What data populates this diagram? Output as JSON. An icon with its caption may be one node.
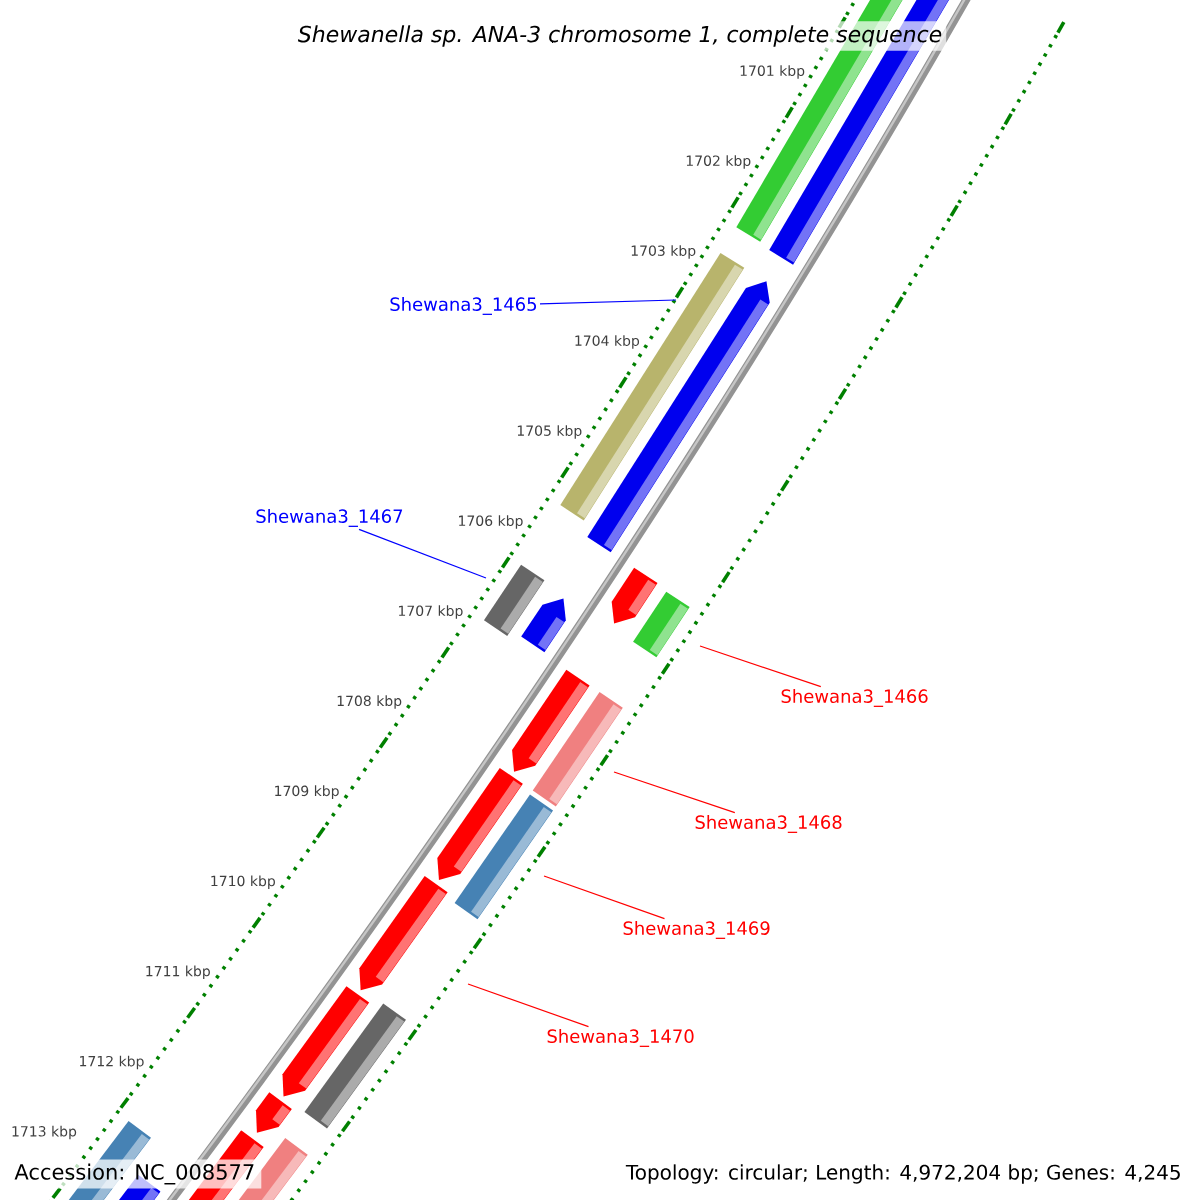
{
  "diagram": {
    "title": "Shewanella sp. ANA-3 chromosome 1, complete sequence",
    "nodes": [
      {
        "text": [
          "Shewana3_1465"
        ]
      },
      {
        "text": [
          "Shewana3_1467"
        ]
      },
      {
        "text": [
          "Shewana3_1466"
        ]
      },
      {
        "text": [
          "Shewana3_1468"
        ]
      },
      {
        "text": [
          "Shewana3_1469"
        ]
      },
      {
        "text": [
          "Shewana3_1470"
        ]
      }
    ],
    "edges": [
      {
        "from": 0,
        "to": null,
        "arrow": "none",
        "color": "#0000ff"
      },
      {
        "from": 1,
        "to": null,
        "arrow": "none",
        "color": "#0000ff"
      },
      {
        "from": 2,
        "to": null,
        "arrow": "none"
      },
      {
        "from": 3,
        "to": null,
        "arrow": "none"
      },
      {
        "from": 4,
        "to": null,
        "arrow": "none"
      },
      {
        "from": 5,
        "to": null,
        "arrow": "none"
      }
    ],
    "labels": [
      "1701 kbp",
      "1702 kbp",
      "1703 kbp",
      "1704 kbp",
      "1705 kbp",
      "1706 kbp",
      "1707 kbp",
      "1708 kbp",
      "1709 kbp",
      "1710 kbp",
      "1711 kbp",
      "1712 kbp",
      "1713 kbp",
      "Accession: NC_008577",
      "Topology: circular; Length: 4,972,204 bp; Genes: 4,245"
    ]
  }
}
